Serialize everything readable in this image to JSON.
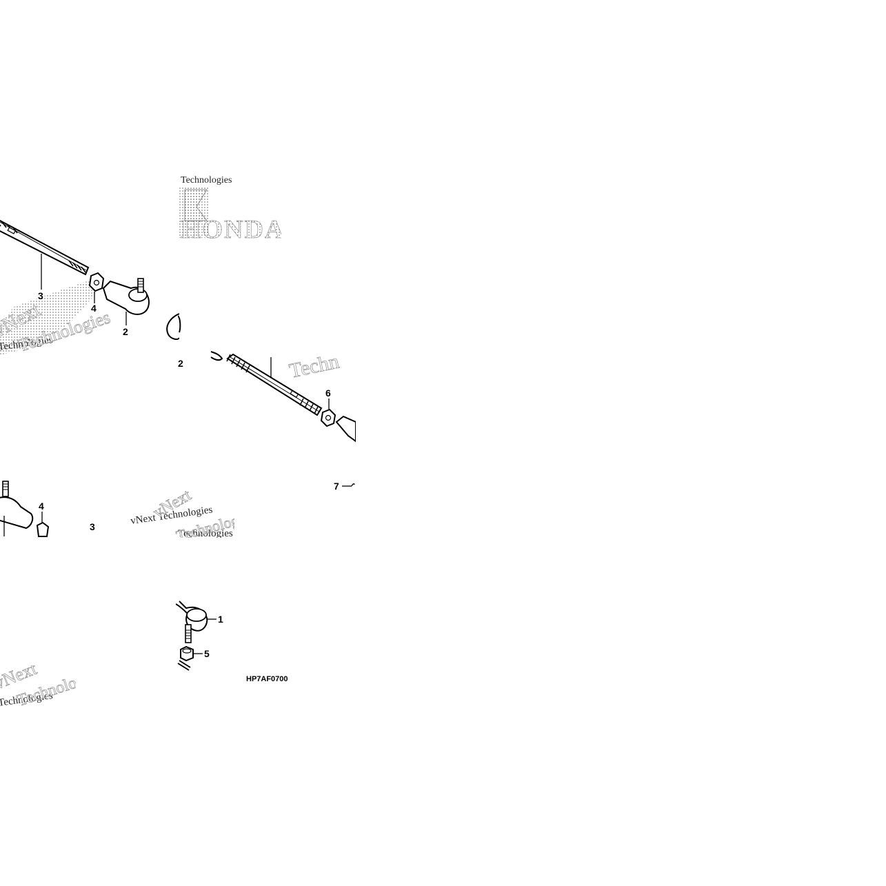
{
  "diagram": {
    "brand_logo_text": "HONDA",
    "figure_code": "HP7AF0700",
    "watermark_texts": [
      "vNext Technologies",
      "vNext",
      "Technologies",
      "Techn"
    ],
    "callouts": {
      "part_1": "1",
      "part_2_upper": "2",
      "part_2_mid": "2",
      "part_3_upper": "3",
      "part_3_lower": "3",
      "part_4_upper": "4",
      "part_4_lower": "4",
      "part_5": "5",
      "part_6": "6",
      "part_7": "7"
    },
    "colors": {
      "ink": "#000000",
      "background": "#ffffff",
      "stipple": "#9a9a9a"
    }
  }
}
